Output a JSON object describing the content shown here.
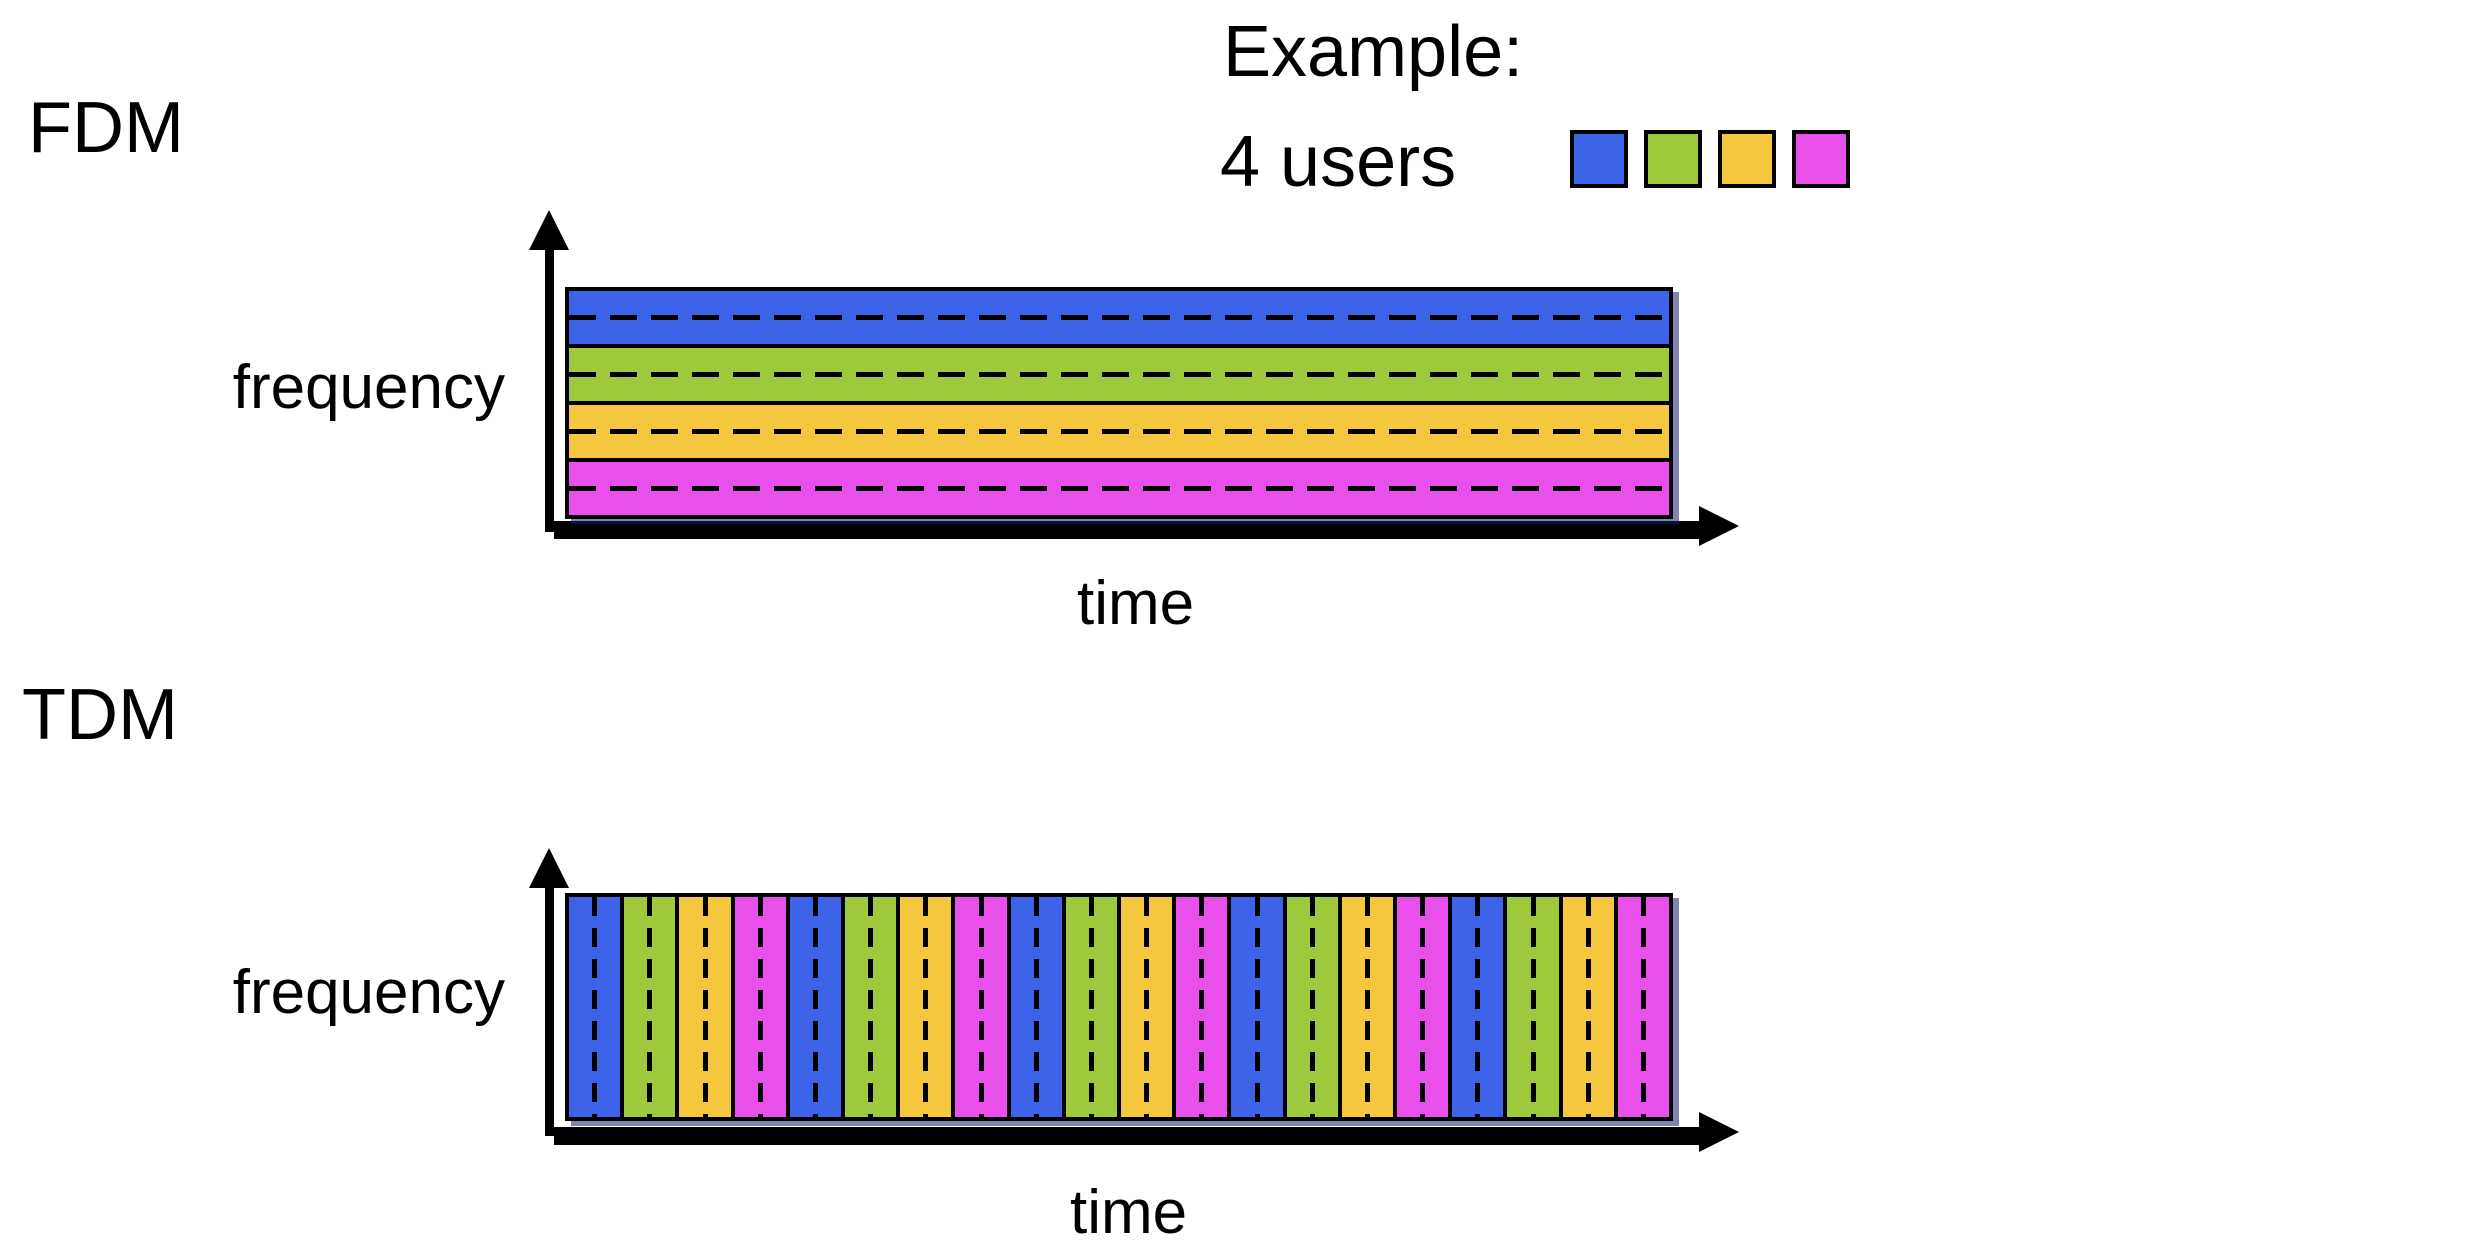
{
  "page": {
    "background": "#ffffff"
  },
  "colors": {
    "blue": "#3D63E8",
    "green": "#9EC93C",
    "yellow": "#F5C73F",
    "magenta": "#E94FEB",
    "outline": "#000000"
  },
  "legend": {
    "title": "Example:",
    "subtitle": "4 users",
    "swatches": [
      "blue",
      "green",
      "yellow",
      "magenta"
    ]
  },
  "diagrams": [
    {
      "id": "fdm",
      "label": "FDM",
      "y_axis_label": "frequency",
      "x_axis_label": "time",
      "type": "frequency-bands",
      "bands": [
        "blue",
        "green",
        "yellow",
        "magenta"
      ]
    },
    {
      "id": "tdm",
      "label": "TDM",
      "y_axis_label": "frequency",
      "x_axis_label": "time",
      "type": "time-slots",
      "slot_pattern": [
        "blue",
        "green",
        "yellow",
        "magenta"
      ],
      "slot_count": 20
    }
  ]
}
